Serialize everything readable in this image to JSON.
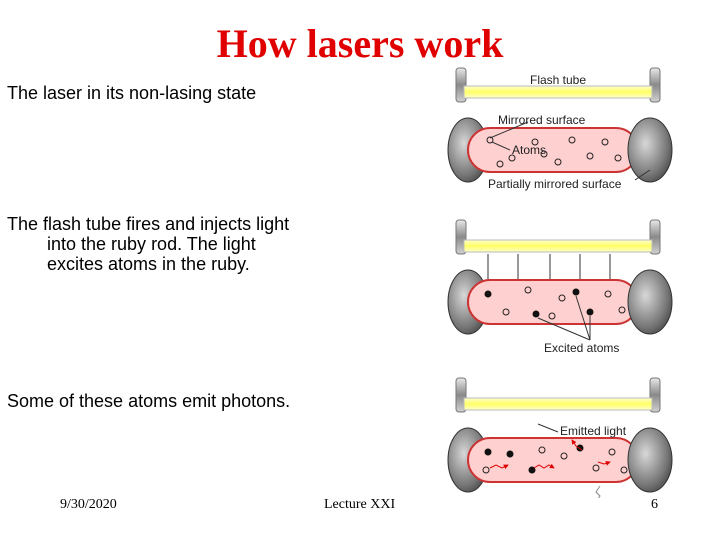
{
  "slide": {
    "title": "How lasers work",
    "caption_1": "The laser in its non-lasing state",
    "caption_2_lines": [
      "The flash tube fires and injects light",
      "into the ruby rod. The light",
      "excites atoms in the ruby."
    ],
    "caption_3": "Some of these atoms emit photons."
  },
  "figure": {
    "label_flash_tube": "Flash tube",
    "label_mirrored_surface": "Mirrored surface",
    "label_atoms": "Atoms",
    "label_partially_mirrored": "Partially mirrored surface",
    "label_excited_atoms": "Excited atoms",
    "label_emitted_light": "Emitted light"
  },
  "footer": {
    "date": "9/30/2020",
    "lecture": "Lecture XXI",
    "page": "6"
  },
  "colors": {
    "title": "#e00000",
    "rod": "#ffd0d0",
    "rod_edge": "#cc3333",
    "flash_tube": "#ffff99"
  }
}
